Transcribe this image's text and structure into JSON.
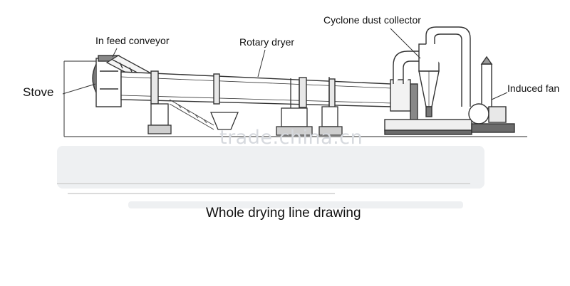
{
  "labels": {
    "in_feed_conveyor": "In feed conveyor",
    "rotary_dryer": "Rotary dryer",
    "cyclone_dust_collector": "Cyclone dust collector",
    "induced_fan": "Induced fan",
    "stove": "Stove"
  },
  "caption": "Whole drying line drawing",
  "watermark": "trade.china.cn",
  "colors": {
    "line": "#3a3a3a",
    "fill_dark": "#6b6b6b",
    "faint": "#e3e3e3",
    "watermark": "#d6d9de"
  }
}
